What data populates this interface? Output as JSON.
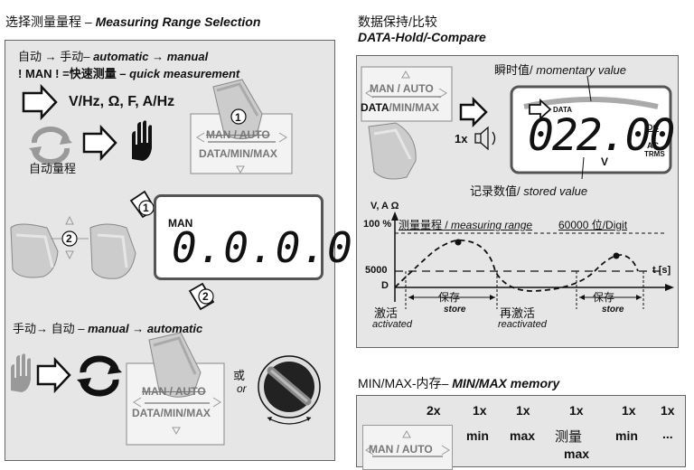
{
  "left": {
    "title_cn": "选择测量量程 – ",
    "title_en": "Measuring Range Selection",
    "auto_to_manual_cn": "自动 → 手动– ",
    "auto_to_manual_en": "automatic → manual",
    "quick_prefix": "! MAN ! =快速测量 – ",
    "quick_en": "quick measurement",
    "functions": "V/Hz, Ω, F, A/Hz",
    "autorange_cn": "自动量程",
    "key_top": "MAN / AUTO",
    "key_bottom": "DATA/MIN/MAX",
    "step1": "1",
    "step2": "2",
    "lcd_indicator": "MAN",
    "lcd_value": "0.0.0.0.0",
    "manual_to_auto_cn": "手动→ 自动 – ",
    "manual_to_auto_en": "manual → automatic",
    "or_cn": "或",
    "or_en": "or"
  },
  "right_top": {
    "title_cn": "数据保持/比较",
    "title_en": "DATA-Hold/-Compare",
    "key_top": "MAN / AUTO",
    "key_bottom_a": "DATA",
    "key_bottom_b": "/MIN/MAX",
    "momentary_cn": "瞬时值/ ",
    "momentary_en": "momentary value",
    "lcd_flag": "DATA",
    "lcd_value": "022.00",
    "lcd_unit": "V",
    "lcd_dc": "DC",
    "lcd_ac": "AC",
    "lcd_trms": "TRMS",
    "beep": "1x",
    "stored_cn": "记录数值/ ",
    "stored_en": "stored value",
    "graph": {
      "y_label": "V, A  Ω",
      "y_100": "100 %",
      "range_text_cn": "测量量程 / ",
      "range_text_en": "measuring range",
      "range_digits": "60000 位/Digit",
      "y_5000": "5000",
      "y_d": "D",
      "x_label": "t [s]",
      "hold1_cn": "保存",
      "hold1_en": "store",
      "hold2_cn": "保存",
      "hold2_en": "store",
      "activated_cn": "激活",
      "activated_en": "activated",
      "reactivated_cn": "再激活",
      "reactivated_en": "reactivated"
    }
  },
  "right_bottom": {
    "title_cn": "MIN/MAX-内存– ",
    "title_en": "MIN/MAX memory",
    "key_top": "MAN / AUTO",
    "columns": [
      {
        "count": "2x",
        "label": "",
        "label2": ""
      },
      {
        "count": "1x",
        "label": "min",
        "label2": ""
      },
      {
        "count": "1x",
        "label": "max",
        "label2": ""
      },
      {
        "count": "1x",
        "label": "测量",
        "label2": "max"
      },
      {
        "count": "1x",
        "label": "min",
        "label2": ""
      },
      {
        "count": "1x",
        "label": "...",
        "label2": ""
      }
    ]
  }
}
